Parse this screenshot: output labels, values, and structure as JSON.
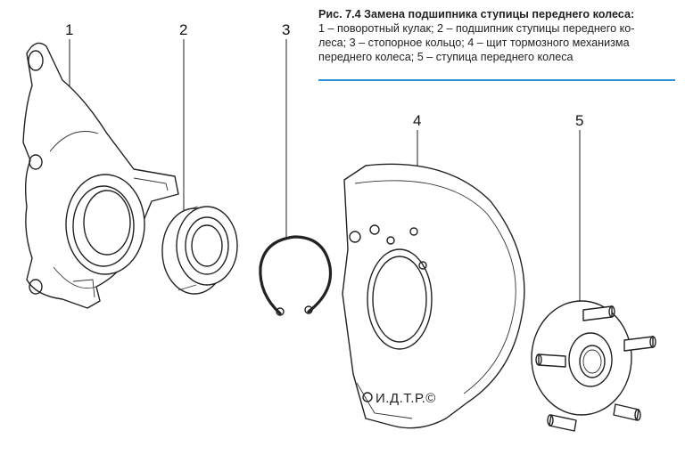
{
  "caption": {
    "title": "Рис. 7.4 Замена подшипника ступицы переднего колеса:",
    "lines": [
      "1 – поворотный кулак; 2 – подшипник ступицы переднего ко-",
      "леса; 3 – стопорное кольцо; 4 – щит тормозного механизма",
      "переднего колеса; 5 – ступица переднего колеса"
    ],
    "rule_color": "#2f8fd0"
  },
  "callouts": [
    "1",
    "2",
    "3",
    "4",
    "5"
  ],
  "parts": [
    {
      "number": "1",
      "name": "поворотный кулак"
    },
    {
      "number": "2",
      "name": "подшипник ступицы переднего колеса"
    },
    {
      "number": "3",
      "name": "стопорное кольцо"
    },
    {
      "number": "4",
      "name": "щит тормозного механизма переднего колеса"
    },
    {
      "number": "5",
      "name": "ступица переднего колеса"
    }
  ],
  "watermark": "И.Д.Т.Р.©"
}
